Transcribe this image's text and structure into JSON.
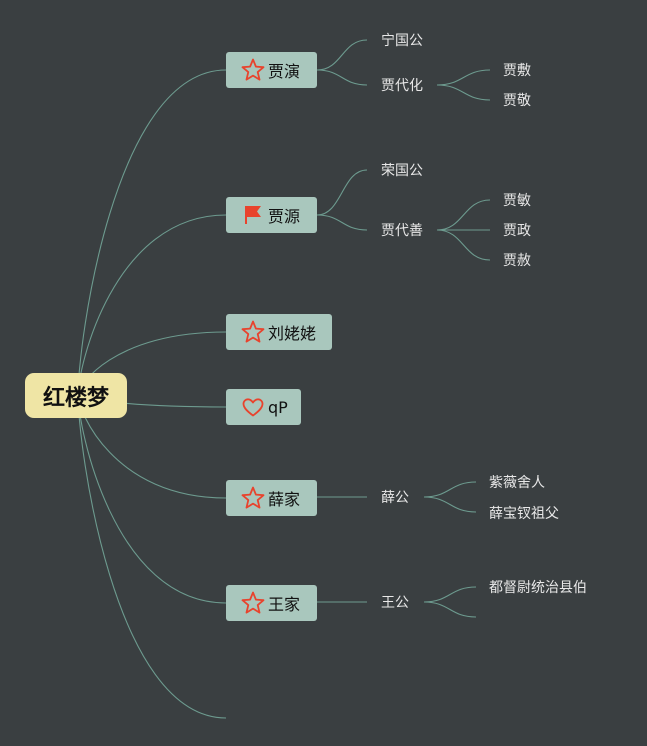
{
  "colors": {
    "background": "#3a3f41",
    "connector": "#6d9b8f",
    "root_fill": "#efe5a5",
    "branch_fill": "#a9c7bd",
    "icon_red": "#e8432d"
  },
  "root": {
    "label": "红楼梦"
  },
  "branches": [
    {
      "label": "贾演",
      "icon": "star-icon",
      "children": [
        {
          "label": "宁国公"
        },
        {
          "label": "贾代化",
          "children": [
            {
              "label": "贾敷"
            },
            {
              "label": "贾敬"
            }
          ]
        }
      ]
    },
    {
      "label": "贾源",
      "icon": "flag-icon",
      "children": [
        {
          "label": "荣国公"
        },
        {
          "label": "贾代善",
          "children": [
            {
              "label": "贾敏"
            },
            {
              "label": "贾政"
            },
            {
              "label": "贾赦"
            }
          ]
        }
      ]
    },
    {
      "label": "刘姥姥",
      "icon": "star-icon"
    },
    {
      "label": "qP",
      "icon": "heart-icon"
    },
    {
      "label": "薛家",
      "icon": "star-icon",
      "children": [
        {
          "label": "薛公",
          "children": [
            {
              "label": "紫薇舍人"
            },
            {
              "label": "薛宝钗祖父"
            }
          ]
        }
      ]
    },
    {
      "label": "王家",
      "icon": "star-icon",
      "children": [
        {
          "label": "王公",
          "children": [
            {
              "label": "都督尉统治县伯"
            },
            {
              "label": ""
            }
          ]
        }
      ]
    }
  ]
}
